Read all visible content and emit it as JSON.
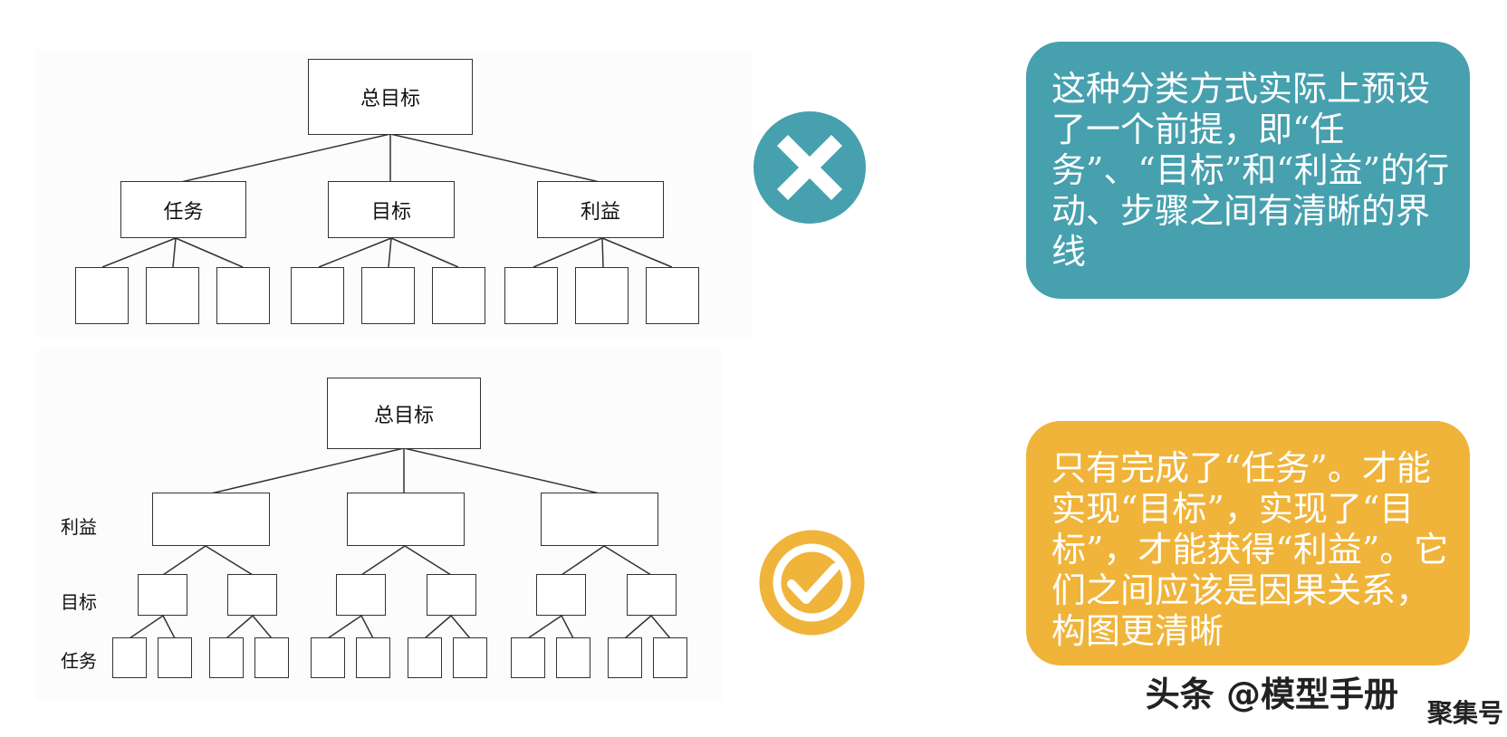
{
  "top_diagram": {
    "root": "总目标",
    "children": [
      "任务",
      "目标",
      "利益"
    ]
  },
  "bottom_diagram": {
    "root": "总目标",
    "row_labels": [
      "利益",
      "目标",
      "任务"
    ]
  },
  "wrong_icon": "close-icon",
  "right_icon": "check-icon",
  "callouts": {
    "teal_text": "这种分类方式实际上预设了一个前提，即“任务”、“目标”和“利益”的行动、步骤之间有清晰的界线",
    "gold_text": "只有完成了“任务”。才能实现“目标”，实现了“目标”，才能获得“利益”。它们之间应该是因果关系，构图更清晰"
  },
  "colors": {
    "teal": "#46a0ae",
    "gold": "#f0b43a"
  },
  "watermark": "头条 @模型手册",
  "watermark_extra": "聚集号"
}
